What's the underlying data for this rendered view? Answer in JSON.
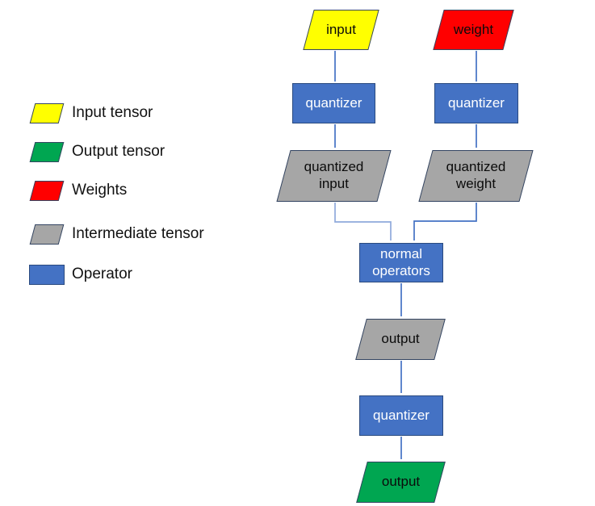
{
  "page": {
    "background": "#ffffff",
    "description": "Quantization flow diagram with legend"
  },
  "colors": {
    "input_tensor": "#ffff00",
    "output_tensor": "#00a651",
    "weights": "#ff0000",
    "intermediate_tensor": "#a6a6a6",
    "operator": "#4472c4",
    "shape_border": "#344562",
    "operator_border": "#2a4a7f",
    "arrow_dark": "#4472c4",
    "arrow_light": "#8faadc"
  },
  "legend": {
    "items": [
      {
        "label": "Input tensor",
        "shape": "parallelogram",
        "color": "#ffff00"
      },
      {
        "label": "Output tensor",
        "shape": "parallelogram",
        "color": "#00a651"
      },
      {
        "label": "Weights",
        "shape": "parallelogram",
        "color": "#ff0000"
      },
      {
        "label": "Intermediate tensor",
        "shape": "parallelogram",
        "color": "#a6a6a6"
      },
      {
        "label": "Operator",
        "shape": "rectangle",
        "color": "#4472c4"
      }
    ]
  },
  "flow": {
    "nodes": [
      {
        "id": "input",
        "label": "input",
        "type": "input-tensor"
      },
      {
        "id": "weight",
        "label": "weight",
        "type": "weights"
      },
      {
        "id": "quantizer-input",
        "label": "quantizer",
        "type": "operator"
      },
      {
        "id": "quantizer-weight",
        "label": "quantizer",
        "type": "operator"
      },
      {
        "id": "quantized-input",
        "label": "quantized input",
        "type": "intermediate-tensor"
      },
      {
        "id": "quantized-weight",
        "label": "quantized weight",
        "type": "intermediate-tensor"
      },
      {
        "id": "normal-operators",
        "label": "normal operators",
        "type": "operator"
      },
      {
        "id": "output-intermediate",
        "label": "output",
        "type": "intermediate-tensor"
      },
      {
        "id": "quantizer-output",
        "label": "quantizer",
        "type": "operator"
      },
      {
        "id": "output",
        "label": "output",
        "type": "output-tensor"
      }
    ],
    "edges": [
      {
        "from": "input",
        "to": "quantizer-input"
      },
      {
        "from": "weight",
        "to": "quantizer-weight"
      },
      {
        "from": "quantizer-input",
        "to": "quantized-input"
      },
      {
        "from": "quantizer-weight",
        "to": "quantized-weight"
      },
      {
        "from": "quantized-input",
        "to": "normal-operators"
      },
      {
        "from": "quantized-weight",
        "to": "normal-operators"
      },
      {
        "from": "normal-operators",
        "to": "output-intermediate"
      },
      {
        "from": "output-intermediate",
        "to": "quantizer-output"
      },
      {
        "from": "quantizer-output",
        "to": "output"
      }
    ]
  }
}
